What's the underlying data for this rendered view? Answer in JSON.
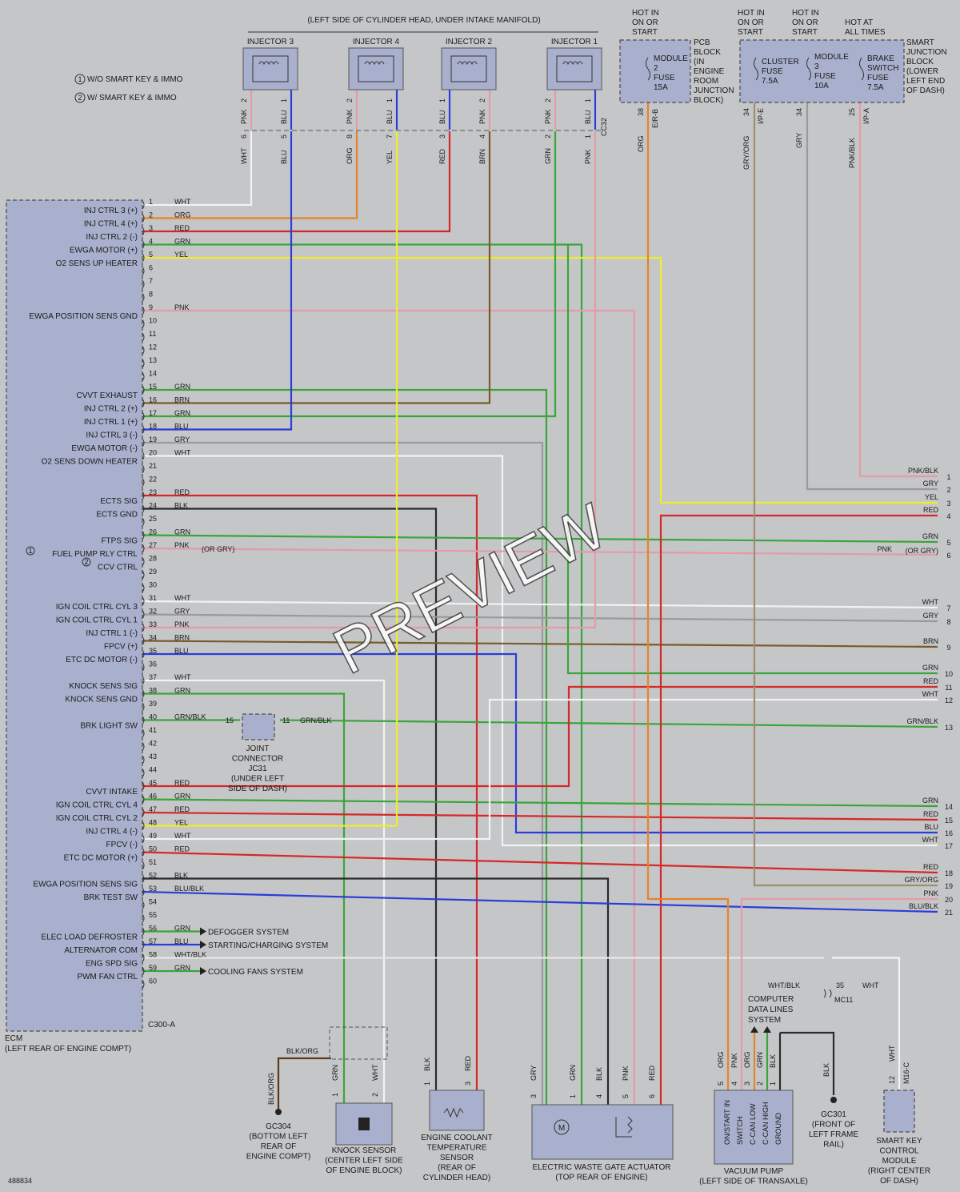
{
  "wire_colors": {
    "WHT": "#f2f2f2",
    "ORG": "#e8822a",
    "RED": "#d62828",
    "GRN": "#3aa53a",
    "YEL": "#eded2c",
    "PNK": "#e69aa8",
    "BRN": "#7a5a2a",
    "BLU": "#2a3ed8",
    "GRY": "#9a9a9a",
    "BLK": "#2a2a2a",
    "GRN/BLK": "#3aa53a",
    "BLU/BLK": "#2a3ed8",
    "WHT/BLK": "#e8e8e8",
    "GRY/ORG": "#a08c70",
    "PNK/BLK": "#e69aa8",
    "BLK/ORG": "#5a3a1a"
  },
  "header": {
    "location": "(LEFT SIDE OF CYLINDER HEAD, UNDER INTAKE MANIFOLD)"
  },
  "legend": [
    {
      "mark": "1",
      "text": "W/O SMART KEY & IMMO"
    },
    {
      "mark": "2",
      "text": "W/ SMART KEY & IMMO"
    }
  ],
  "injectors": [
    {
      "label": "INJECTOR 3",
      "pins": [
        {
          "n": "2",
          "c": "PNK"
        },
        {
          "n": "1",
          "c": "BLU"
        }
      ],
      "ecm": [
        {
          "n": "6",
          "c": "WHT"
        },
        {
          "n": "5",
          "c": "BLU"
        }
      ]
    },
    {
      "label": "INJECTOR 4",
      "pins": [
        {
          "n": "2",
          "c": "PNK"
        },
        {
          "n": "1",
          "c": "BLU"
        }
      ],
      "ecm": [
        {
          "n": "8",
          "c": "ORG"
        },
        {
          "n": "7",
          "c": "YEL"
        }
      ]
    },
    {
      "label": "INJECTOR 2",
      "pins": [
        {
          "n": "1",
          "c": "BLU"
        },
        {
          "n": "2",
          "c": "PNK"
        }
      ],
      "ecm": [
        {
          "n": "3",
          "c": "RED"
        },
        {
          "n": "4",
          "c": "BRN"
        }
      ]
    },
    {
      "label": "INJECTOR 1",
      "pins": [
        {
          "n": "2",
          "c": "PNK"
        },
        {
          "n": "1",
          "c": "BLU"
        }
      ],
      "ecm": [
        {
          "n": "2",
          "c": "GRN"
        },
        {
          "n": "1",
          "c": "PNK"
        }
      ]
    }
  ],
  "injector_connector": "CC32",
  "pcb": {
    "hot": [
      "HOT IN",
      "ON OR",
      "START"
    ],
    "module": [
      "MODULE",
      "2"
    ],
    "fuse": [
      "FUSE",
      "15A"
    ],
    "desc": [
      "PCB",
      "BLOCK",
      "(IN",
      "ENGINE",
      "ROOM",
      "JUNCTION",
      "BLOCK)"
    ],
    "pin": "38",
    "conn": "E/R-B",
    "wire": "ORG"
  },
  "sjb": {
    "hot1": [
      "HOT IN",
      "ON OR",
      "START"
    ],
    "hot2": [
      "HOT IN",
      "ON OR",
      "START"
    ],
    "hot3": [
      "HOT AT",
      "ALL TIMES"
    ],
    "cluster": [
      "CLUSTER",
      "FUSE",
      "7.5A"
    ],
    "module": [
      "MODULE",
      "3",
      "FUSE",
      "10A"
    ],
    "brake": [
      "BRAKE",
      "SWITCH",
      "FUSE",
      "7.5A"
    ],
    "desc": [
      "SMART",
      "JUNCTION",
      "BLOCK",
      "(LOWER",
      "LEFT END",
      "OF DASH)"
    ],
    "w1": {
      "pin": "34",
      "conn": "I/P-E",
      "wire": "GRY/ORG"
    },
    "w2": {
      "pin": "34",
      "wire": "GRY"
    },
    "w3": {
      "pin": "25",
      "conn": "I/P-A",
      "wire": "PNK/BLK"
    }
  },
  "ecm": {
    "conn": "C300-A",
    "name": "ECM",
    "loc": "(LEFT REAR OF ENGINE COMPT)",
    "pins": [
      {
        "n": "1",
        "c": "WHT",
        "l": "INJ CTRL 3 (+)"
      },
      {
        "n": "2",
        "c": "ORG",
        "l": "INJ CTRL 4 (+)"
      },
      {
        "n": "3",
        "c": "RED",
        "l": "INJ CTRL 2 (-)"
      },
      {
        "n": "4",
        "c": "GRN",
        "l": "EWGA MOTOR (+)"
      },
      {
        "n": "5",
        "c": "YEL",
        "l": "O2 SENS UP HEATER"
      },
      {
        "n": "6",
        "c": "",
        "l": ""
      },
      {
        "n": "7",
        "c": "",
        "l": ""
      },
      {
        "n": "8",
        "c": "",
        "l": ""
      },
      {
        "n": "9",
        "c": "PNK",
        "l": "EWGA POSITION SENS GND"
      },
      {
        "n": "10",
        "c": "",
        "l": ""
      },
      {
        "n": "11",
        "c": "",
        "l": ""
      },
      {
        "n": "12",
        "c": "",
        "l": ""
      },
      {
        "n": "13",
        "c": "",
        "l": ""
      },
      {
        "n": "14",
        "c": "",
        "l": ""
      },
      {
        "n": "15",
        "c": "GRN",
        "l": "CVVT EXHAUST"
      },
      {
        "n": "16",
        "c": "BRN",
        "l": "INJ CTRL 2 (+)"
      },
      {
        "n": "17",
        "c": "GRN",
        "l": "INJ CTRL 1 (+)"
      },
      {
        "n": "18",
        "c": "BLU",
        "l": "INJ CTRL 3 (-)"
      },
      {
        "n": "19",
        "c": "GRY",
        "l": "EWGA MOTOR (-)"
      },
      {
        "n": "20",
        "c": "WHT",
        "l": "O2 SENS DOWN HEATER"
      },
      {
        "n": "21",
        "c": "",
        "l": ""
      },
      {
        "n": "22",
        "c": "",
        "l": ""
      },
      {
        "n": "23",
        "c": "RED",
        "l": "ECTS SIG"
      },
      {
        "n": "24",
        "c": "BLK",
        "l": "ECTS GND"
      },
      {
        "n": "25",
        "c": "",
        "l": ""
      },
      {
        "n": "26",
        "c": "GRN",
        "l": "FTPS SIG"
      },
      {
        "n": "27",
        "c": "PNK",
        "l": "FUEL PUMP RLY CTRL"
      },
      {
        "n": "28",
        "c": "",
        "l": "CCV CTRL"
      },
      {
        "n": "29",
        "c": "",
        "l": ""
      },
      {
        "n": "30",
        "c": "",
        "l": ""
      },
      {
        "n": "31",
        "c": "WHT",
        "l": "IGN COIL CTRL CYL 3"
      },
      {
        "n": "32",
        "c": "GRY",
        "l": "IGN COIL CTRL CYL 1"
      },
      {
        "n": "33",
        "c": "PNK",
        "l": "INJ CTRL 1 (-)"
      },
      {
        "n": "34",
        "c": "BRN",
        "l": "FPCV (+)"
      },
      {
        "n": "35",
        "c": "BLU",
        "l": "ETC DC MOTOR (-)"
      },
      {
        "n": "36",
        "c": "",
        "l": ""
      },
      {
        "n": "37",
        "c": "WHT",
        "l": "KNOCK SENS SIG"
      },
      {
        "n": "38",
        "c": "GRN",
        "l": "KNOCK SENS GND"
      },
      {
        "n": "39",
        "c": "",
        "l": ""
      },
      {
        "n": "40",
        "c": "GRN/BLK",
        "l": "BRK LIGHT SW"
      },
      {
        "n": "41",
        "c": "",
        "l": ""
      },
      {
        "n": "42",
        "c": "",
        "l": ""
      },
      {
        "n": "43",
        "c": "",
        "l": ""
      },
      {
        "n": "44",
        "c": "",
        "l": ""
      },
      {
        "n": "45",
        "c": "RED",
        "l": "CVVT INTAKE"
      },
      {
        "n": "46",
        "c": "GRN",
        "l": "IGN COIL CTRL CYL 4"
      },
      {
        "n": "47",
        "c": "RED",
        "l": "IGN COIL CTRL CYL 2"
      },
      {
        "n": "48",
        "c": "YEL",
        "l": "INJ CTRL 4 (-)"
      },
      {
        "n": "49",
        "c": "WHT",
        "l": "FPCV (-)"
      },
      {
        "n": "50",
        "c": "RED",
        "l": "ETC DC MOTOR (+)"
      },
      {
        "n": "51",
        "c": "",
        "l": ""
      },
      {
        "n": "52",
        "c": "BLK",
        "l": "EWGA POSITION SENS SIG"
      },
      {
        "n": "53",
        "c": "BLU/BLK",
        "l": "BRK TEST SW"
      },
      {
        "n": "54",
        "c": "",
        "l": ""
      },
      {
        "n": "55",
        "c": "",
        "l": ""
      },
      {
        "n": "56",
        "c": "GRN",
        "l": "ELEC LOAD DEFROSTER"
      },
      {
        "n": "57",
        "c": "BLU",
        "l": "ALTERNATOR COM"
      },
      {
        "n": "58",
        "c": "WHT/BLK",
        "l": "ENG SPD SIG"
      },
      {
        "n": "59",
        "c": "GRN",
        "l": "PWM FAN CTRL"
      },
      {
        "n": "60",
        "c": "",
        "l": ""
      }
    ],
    "alt_note": "(OR GRY)",
    "m1": "1",
    "m2": "2"
  },
  "right_ports": [
    {
      "n": "1",
      "c": "PNK/BLK"
    },
    {
      "n": "2",
      "c": "GRY"
    },
    {
      "n": "3",
      "c": "YEL"
    },
    {
      "n": "4",
      "c": "RED"
    },
    {
      "n": "5",
      "c": "GRN"
    },
    {
      "n": "6",
      "c": "PNK",
      "note": "(OR GRY)"
    },
    {
      "n": "7",
      "c": "WHT"
    },
    {
      "n": "8",
      "c": "GRY"
    },
    {
      "n": "9",
      "c": "BRN"
    },
    {
      "n": "10",
      "c": "GRN"
    },
    {
      "n": "11",
      "c": "RED"
    },
    {
      "n": "12",
      "c": "WHT"
    },
    {
      "n": "13",
      "c": "GRN/BLK"
    },
    {
      "n": "14",
      "c": "GRN"
    },
    {
      "n": "15",
      "c": "RED"
    },
    {
      "n": "16",
      "c": "BLU"
    },
    {
      "n": "17",
      "c": "WHT"
    },
    {
      "n": "18",
      "c": "RED"
    },
    {
      "n": "19",
      "c": "GRY/ORG"
    },
    {
      "n": "20",
      "c": "PNK"
    },
    {
      "n": "21",
      "c": "BLU/BLK"
    }
  ],
  "systems": [
    "DEFOGGER SYSTEM",
    "STARTING/CHARGING SYSTEM",
    "COOLING FANS SYSTEM"
  ],
  "joint": {
    "p1": "15",
    "p2": "11",
    "c": "GRN/BLK",
    "lines": [
      "JOINT",
      "CONNECTOR",
      "JC31",
      "(UNDER LEFT",
      "SIDE OF DASH)"
    ]
  },
  "mc11": {
    "pin": "35",
    "wl": "WHT/BLK",
    "wr": "WHT",
    "conn": "MC11"
  },
  "can": [
    "COMPUTER",
    "DATA LINES",
    "SYSTEM"
  ],
  "knock": {
    "lines": [
      "KNOCK SENSOR",
      "(CENTER LEFT SIDE",
      "OF ENGINE BLOCK)"
    ],
    "pins": [
      {
        "n": "1",
        "c": "GRN"
      },
      {
        "n": "2",
        "c": "WHT"
      }
    ],
    "shield": "BLK/ORG"
  },
  "gc304": {
    "lines": [
      "GC304",
      "(BOTTOM LEFT",
      "REAR OF",
      "ENGINE COMPT)"
    ],
    "wire": "BLK/ORG"
  },
  "ects": {
    "lines": [
      "ENGINE COOLANT",
      "TEMPERATURE",
      "SENSOR",
      "(REAR OF",
      "CYLINDER HEAD)"
    ],
    "pins": [
      {
        "n": "1",
        "c": "BLK"
      },
      {
        "n": "3",
        "c": "RED"
      }
    ]
  },
  "ewga": {
    "lines": [
      "ELECTRIC WASTE GATE ACTUATOR",
      "(TOP REAR OF ENGINE)"
    ],
    "pins": [
      {
        "n": "3",
        "c": "GRY"
      },
      {
        "n": "1",
        "c": "GRN"
      },
      {
        "n": "4",
        "c": "BLK"
      },
      {
        "n": "5",
        "c": "PNK"
      },
      {
        "n": "6",
        "c": "RED"
      }
    ],
    "motor": "M"
  },
  "vacuum": {
    "lines": [
      "VACUUM PUMP",
      "(LEFT SIDE OF TRANSAXLE)"
    ],
    "pins": [
      {
        "n": "5",
        "c": "ORG"
      },
      {
        "n": "4",
        "c": "PNK"
      },
      {
        "n": "3",
        "c": "ORG"
      },
      {
        "n": "2",
        "c": "GRN"
      },
      {
        "n": "1",
        "c": "BLK"
      }
    ],
    "inner": [
      "ON/START IN",
      "SWITCH",
      "C-CAN LOW",
      "C-CAN HIGH",
      "GROUND"
    ]
  },
  "gc301": {
    "lines": [
      "GC301",
      "(FRONT OF",
      "LEFT FRAME",
      "RAIL)"
    ],
    "wire": "BLK"
  },
  "skm": {
    "lines": [
      "SMART KEY",
      "CONTROL",
      "MODULE",
      "(RIGHT CENTER",
      "OF DASH)"
    ],
    "pin": "12",
    "conn": "M16-C",
    "wire": "WHT"
  },
  "footer": "488834",
  "watermark": "PREVIEW"
}
